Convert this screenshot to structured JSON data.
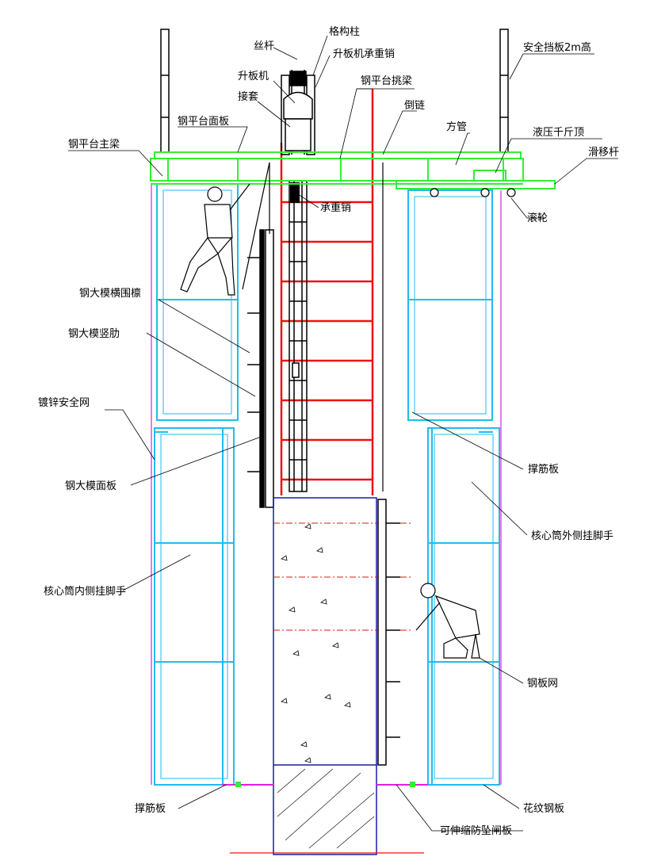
{
  "labels": {
    "screw_rod": "丝杆",
    "lattice_column": "格构柱",
    "lifter_bearing_pin": "升板机承重销",
    "lifter": "升板机",
    "platform_cantilever_beam": "钢平台挑梁",
    "sleeve": "接套",
    "chain_hoist": "倒链",
    "platform_deck": "钢平台面板",
    "square_tube": "方管",
    "safety_baffle": "安全挡板2m高",
    "platform_main_beam": "钢平台主梁",
    "hydraulic_jack": "液压千斤顶",
    "slide_bar": "滑移杆",
    "bearing_pin": "承重销",
    "roller": "滚轮",
    "formwork_purlin": "钢大模横围檩",
    "formwork_rib": "钢大模竖肋",
    "galvanized_net": "镀锌安全网",
    "stiffener_right": "撑筋板",
    "formwork_panel": "钢大模面板",
    "outer_scaffold": "核心筒外侧挂脚手",
    "inner_scaffold": "核心筒内侧挂脚手",
    "steel_mesh": "钢板网",
    "stiffener_bottom": "撑筋板",
    "checker_plate": "花纹钢板",
    "fall_gate": "可伸缩防坠闸板"
  },
  "colors": {
    "platform": "#33ee33",
    "scaffold": "#22bbee",
    "red_member": "#ee1111",
    "wall_edge": "#1a1aaa",
    "net": "#dd22dd",
    "ink": "#000000",
    "gray": "#666666"
  }
}
